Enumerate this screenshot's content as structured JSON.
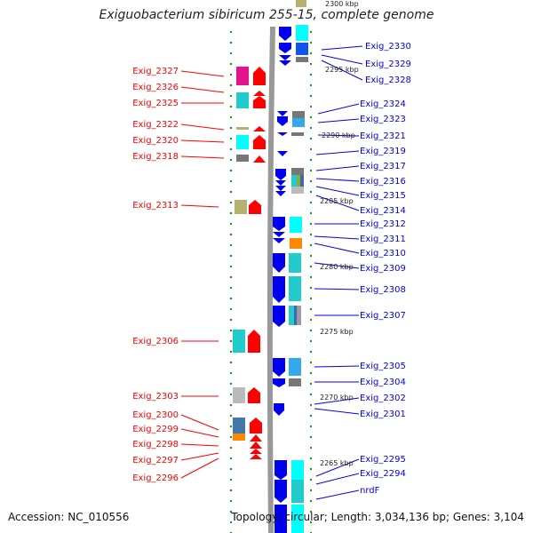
{
  "title": "Exiguobacterium sibiricum 255-15, complete genome",
  "footer": {
    "accession": "Accession: NC_010556",
    "summary": "Topology: circular; Length: 3,034,136 bp; Genes: 3,104"
  },
  "scale_labels": [
    "2300 kbp",
    "2295 kbp",
    "2290 kbp",
    "2285 kbp",
    "2280 kbp",
    "2275 kbp",
    "2270 kbp",
    "2265 kbp"
  ],
  "labels_left": [
    "Exig_2327",
    "Exig_2326",
    "Exig_2325",
    "Exig_2322",
    "Exig_2320",
    "Exig_2318",
    "Exig_2313",
    "Exig_2306",
    "Exig_2303",
    "Exig_2300",
    "Exig_2299",
    "Exig_2298",
    "Exig_2297",
    "Exig_2296"
  ],
  "labels_right": [
    "Exig_2330",
    "Exig_2329",
    "Exig_2328",
    "Exig_2324",
    "Exig_2323",
    "Exig_2321",
    "Exig_2319",
    "Exig_2317",
    "Exig_2316",
    "Exig_2315",
    "Exig_2314",
    "Exig_2312",
    "Exig_2311",
    "Exig_2310",
    "Exig_2309",
    "Exig_2308",
    "Exig_2307",
    "Exig_2305",
    "Exig_2304",
    "Exig_2302",
    "Exig_2301",
    "Exig_2295",
    "Exig_2294",
    "nrdF"
  ],
  "colors": {
    "reverse_strand": "#ff0000",
    "forward_strand": "#0000ee",
    "backbone": "#999999",
    "tick": "#008800"
  }
}
